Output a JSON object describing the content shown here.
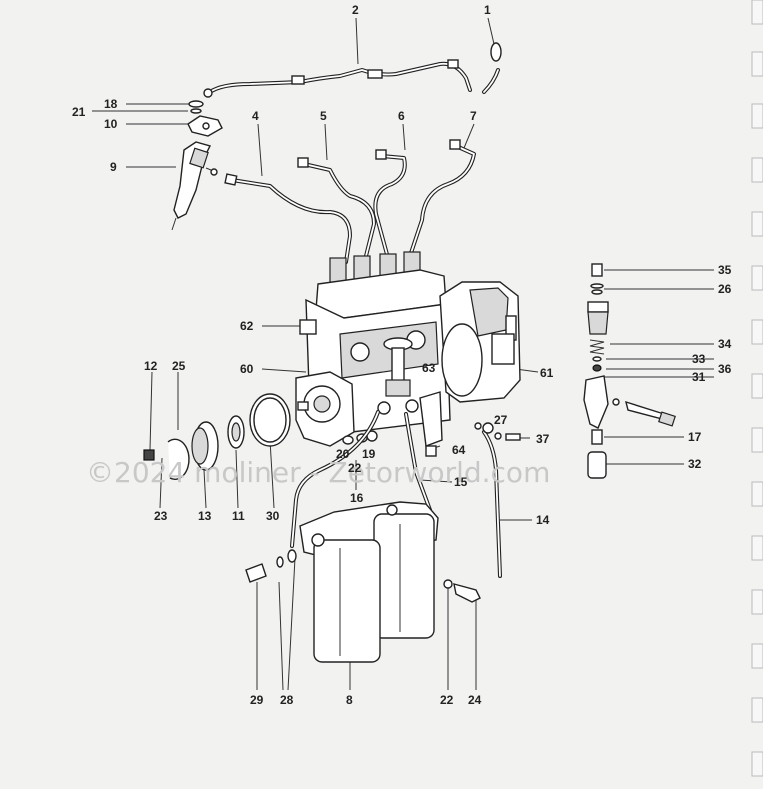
{
  "watermark": "©2024 moliner - Zetorworld.com",
  "labels": [
    {
      "id": "l1",
      "text": "1"
    },
    {
      "id": "l2",
      "text": "2"
    },
    {
      "id": "l18",
      "text": "18"
    },
    {
      "id": "l21",
      "text": "21"
    },
    {
      "id": "l10",
      "text": "10"
    },
    {
      "id": "l9",
      "text": "9"
    },
    {
      "id": "l4",
      "text": "4"
    },
    {
      "id": "l5",
      "text": "5"
    },
    {
      "id": "l6",
      "text": "6"
    },
    {
      "id": "l7",
      "text": "7"
    },
    {
      "id": "l62",
      "text": "62"
    },
    {
      "id": "l60",
      "text": "60"
    },
    {
      "id": "l63",
      "text": "63"
    },
    {
      "id": "l61",
      "text": "61"
    },
    {
      "id": "l12",
      "text": "12"
    },
    {
      "id": "l25",
      "text": "25"
    },
    {
      "id": "l20",
      "text": "20"
    },
    {
      "id": "l19",
      "text": "19"
    },
    {
      "id": "l22a",
      "text": "22"
    },
    {
      "id": "l16",
      "text": "16"
    },
    {
      "id": "l64",
      "text": "64"
    },
    {
      "id": "l27",
      "text": "27"
    },
    {
      "id": "l37",
      "text": "37"
    },
    {
      "id": "l15",
      "text": "15"
    },
    {
      "id": "l23",
      "text": "23"
    },
    {
      "id": "l13",
      "text": "13"
    },
    {
      "id": "l11",
      "text": "11"
    },
    {
      "id": "l30",
      "text": "30"
    },
    {
      "id": "l14",
      "text": "14"
    },
    {
      "id": "l35",
      "text": "35"
    },
    {
      "id": "l26",
      "text": "26"
    },
    {
      "id": "l34",
      "text": "34"
    },
    {
      "id": "l33",
      "text": "33"
    },
    {
      "id": "l36",
      "text": "36"
    },
    {
      "id": "l31",
      "text": "31"
    },
    {
      "id": "l17",
      "text": "17"
    },
    {
      "id": "l32",
      "text": "32"
    },
    {
      "id": "l29",
      "text": "29"
    },
    {
      "id": "l28",
      "text": "28"
    },
    {
      "id": "l8",
      "text": "8"
    },
    {
      "id": "l22b",
      "text": "22"
    },
    {
      "id": "l24",
      "text": "24"
    }
  ]
}
